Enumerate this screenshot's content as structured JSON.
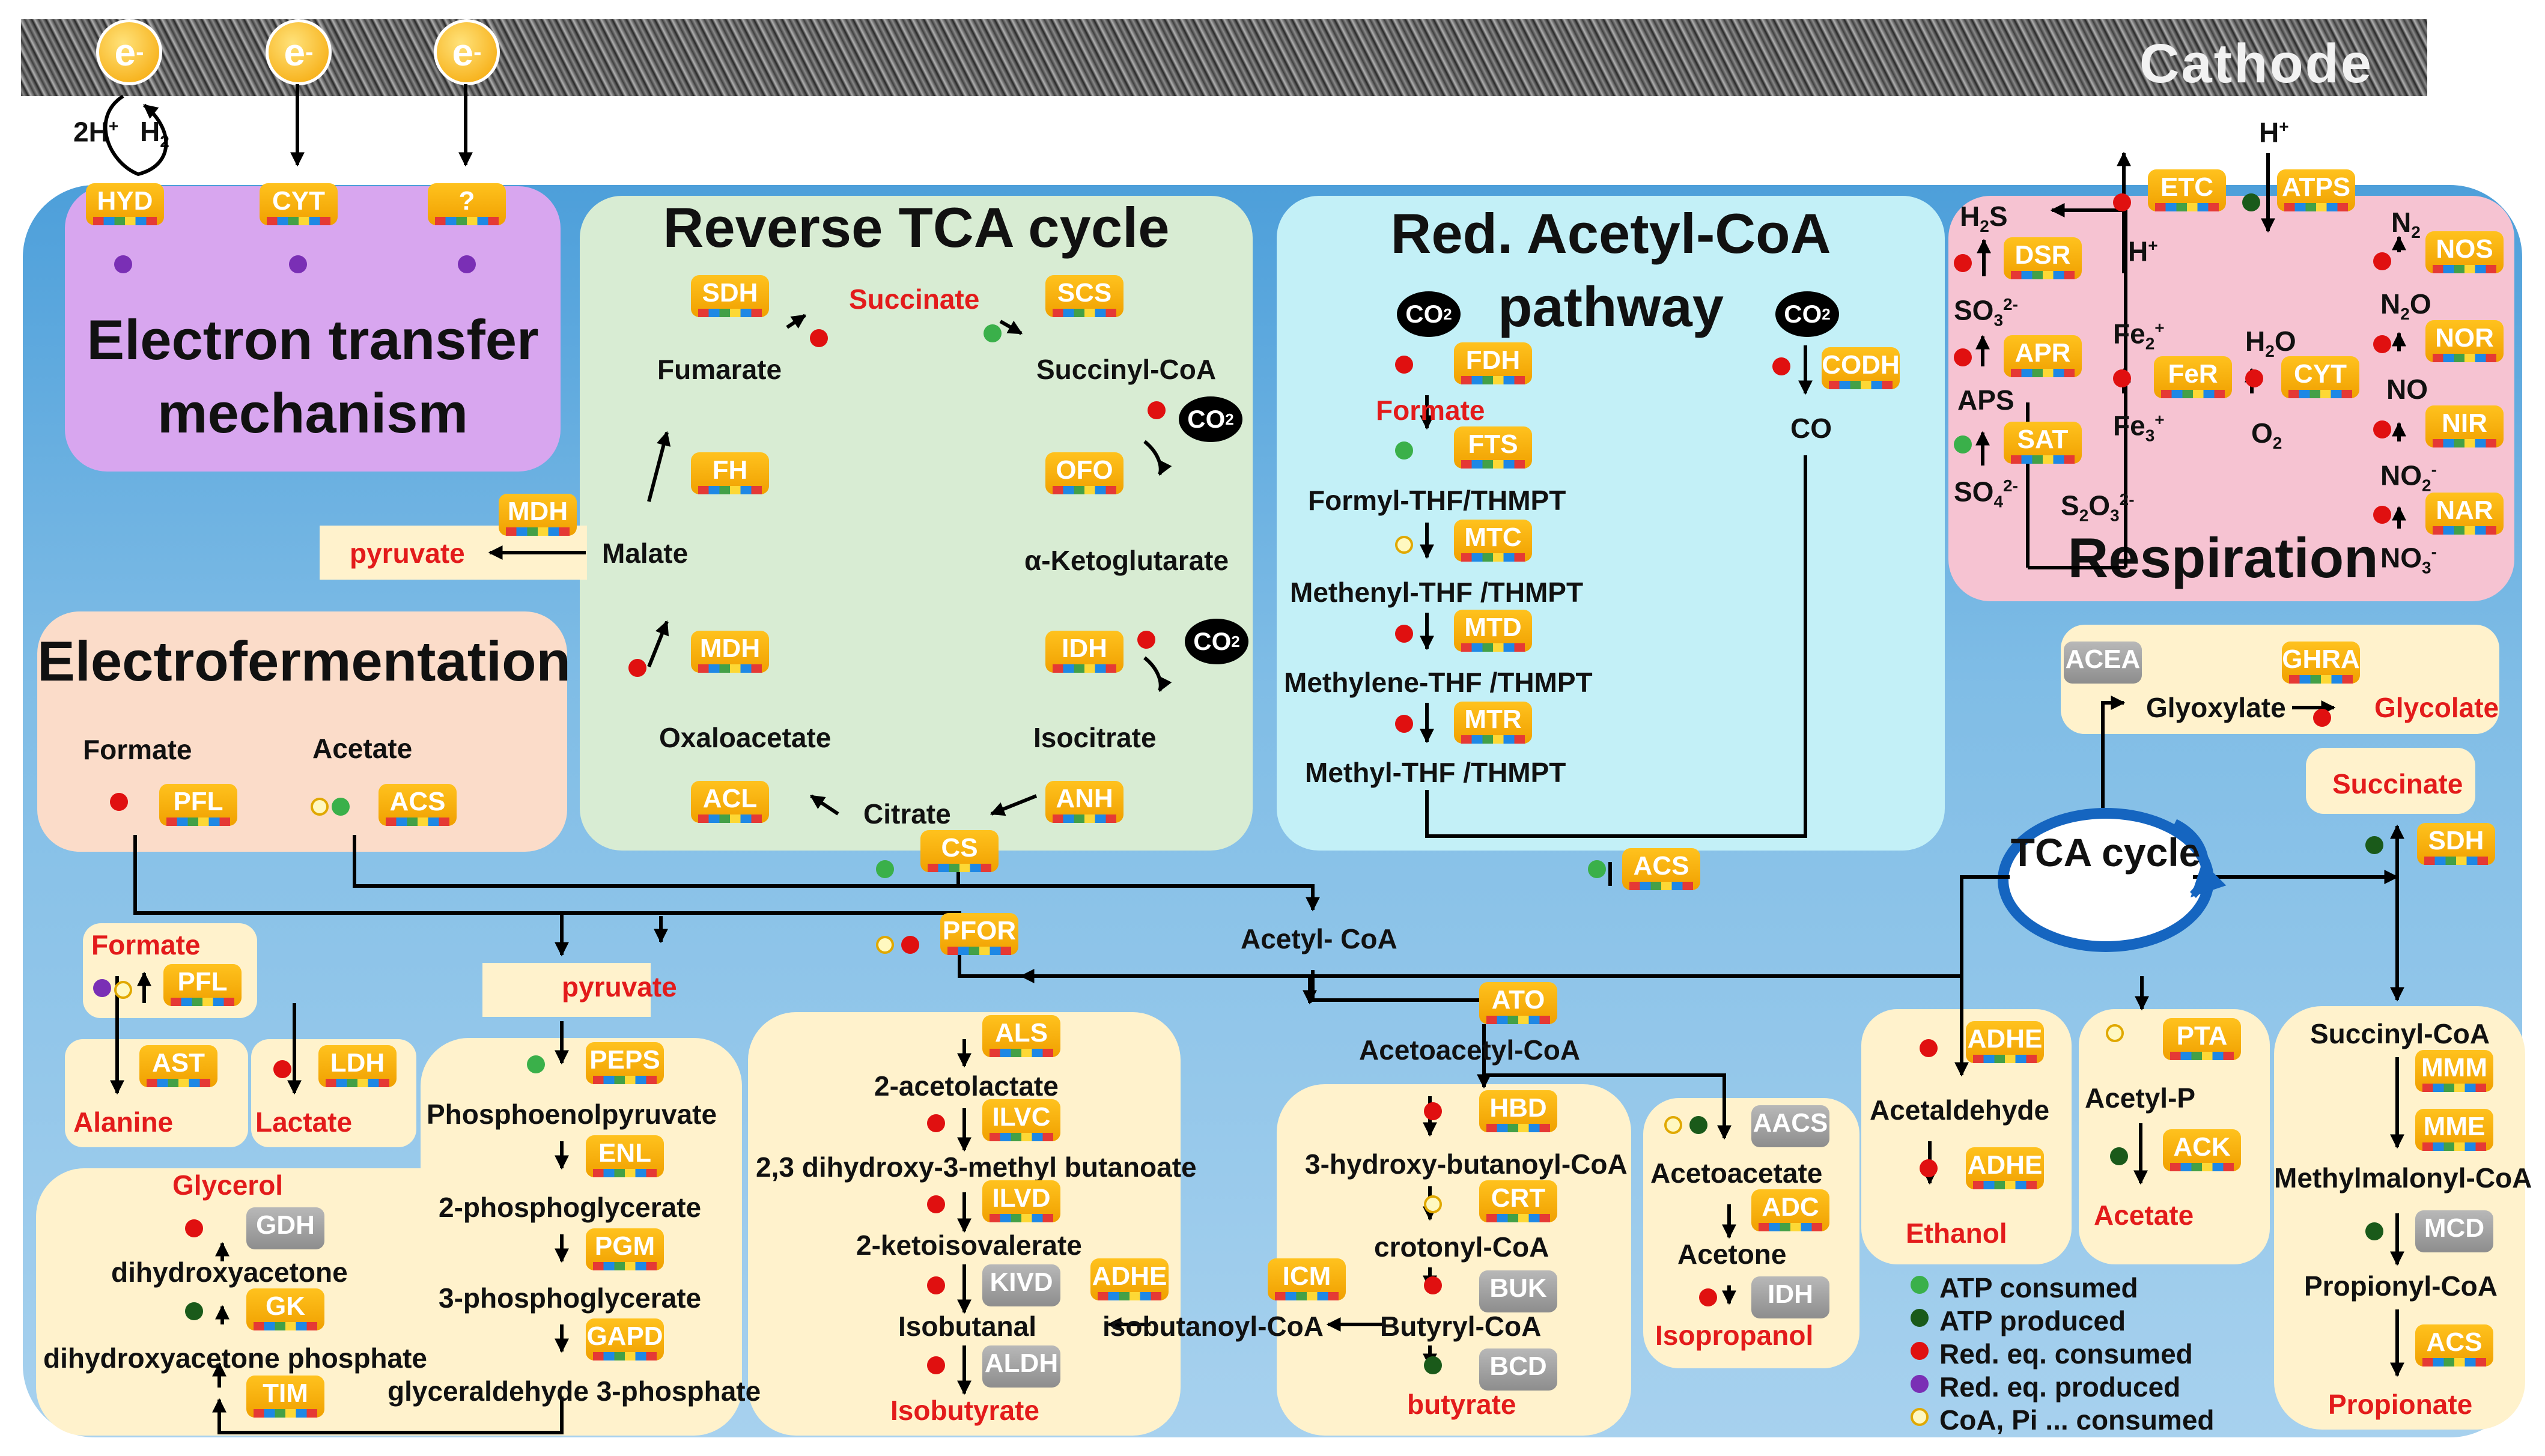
{
  "cathode": {
    "label": "Cathode"
  },
  "electron": {
    "symbol": "e"
  },
  "top_labels": {
    "h_plus": "2H",
    "h2": "H"
  },
  "panels": {
    "electron_transfer": {
      "title": "Electron transfer mechanism",
      "color": "#d8a6ef"
    },
    "reverse_tca": {
      "title": "Reverse TCA cycle",
      "color": "#d8ecd3"
    },
    "acetyl_coa": {
      "title": "Red. Acetyl-CoA pathway",
      "color": "#c3f0f7"
    },
    "respiration": {
      "title": "Respiration",
      "color": "#f6c3d2"
    },
    "electrofermentation": {
      "title": "Electrofermentation",
      "color": "#fbdcc9"
    },
    "box_color": "#fff2cc"
  },
  "enzymes": {
    "HYD": "HYD",
    "CYT": "CYT",
    "UNK": "?",
    "SDH": "SDH",
    "SCS": "SCS",
    "FH": "FH",
    "OFO": "OFO",
    "MDH": "MDH",
    "IDH": "IDH",
    "ACL": "ACL",
    "ANH": "ANH",
    "CS": "CS",
    "FDH": "FDH",
    "FTS": "FTS",
    "MTC": "MTC",
    "MTD": "MTD",
    "MTR": "MTR",
    "CODH": "CODH",
    "ETC": "ETC",
    "ATPS": "ATPS",
    "DSR": "DSR",
    "APR": "APR",
    "SAT": "SAT",
    "FER": "FeR",
    "NOS": "NOS",
    "NOR": "NOR",
    "NIR": "NIR",
    "NAR": "NAR",
    "PFL": "PFL",
    "ACS": "ACS",
    "PFOR": "PFOR",
    "ACEA": "ACEA",
    "GHRA": "GHRA",
    "AST": "AST",
    "LDH": "LDH",
    "GDH": "GDH",
    "GK": "GK",
    "TIM": "TIM",
    "PEPS": "PEPS",
    "ENL": "ENL",
    "PGM": "PGM",
    "GAPD": "GAPD",
    "ALS": "ALS",
    "ILVC": "ILVC",
    "ILVD": "ILVD",
    "KIVD": "KIVD",
    "ALDH": "ALDH",
    "ADHE": "ADHE",
    "ICM": "ICM",
    "ATO": "ATO",
    "HBD": "HBD",
    "CRT": "CRT",
    "BUK": "BUK",
    "BCD": "BCD",
    "AACS": "AACS",
    "ADC": "ADC",
    "PTA": "PTA",
    "ACK": "ACK",
    "MMM": "MMM",
    "MME": "MME",
    "MCD": "MCD"
  },
  "metabolites": {
    "succinate_r": "Succinate",
    "fumarate": "Fumarate",
    "succinyl_coa_r": "Succinyl-CoA",
    "malate": "Malate",
    "akg": "α-Ketoglutarate",
    "oxaloacetate": "Oxaloacetate",
    "isocitrate": "Isocitrate",
    "citrate": "Citrate",
    "pyruvate": "pyruvate",
    "formate_w": "Formate",
    "formyl": "Formyl-THF/THMPT",
    "methenyl": "Methenyl-THF /THMPT",
    "methylene": "Methylene-THF /THMPT",
    "methyl": "Methyl-THF /THMPT",
    "co": "CO",
    "h2s": "H",
    "so3": "SO",
    "aps": "APS",
    "so4": "SO",
    "s2o3": "S",
    "fe_a": "Fe",
    "fe_b": "Fe",
    "h2o": "H",
    "o2": "O",
    "n2": "N",
    "n2o": "N",
    "no": "NO",
    "no2": "NO",
    "no3": "NO",
    "h_plus": "H",
    "ef_formate": "Formate",
    "ef_acetate": "Acetate",
    "acetyl_coa": "Acetyl- CoA",
    "glyoxylate": "Glyoxylate",
    "glycolate": "Glycolate",
    "succinate_b": "Succinate",
    "formate_b": "Formate",
    "alanine": "Alanine",
    "lactate": "Lactate",
    "glycerol": "Glycerol",
    "dha": "dihydroxyacetone",
    "dhap": "dihydroxyacetone phosphate",
    "pep": "Phosphoenolpyruvate",
    "pg2": "2-phosphoglycerate",
    "pg3": "3-phosphoglycerate",
    "g3p": "glyceraldehyde 3-phosphate",
    "acetolactate": "2-acetolactate",
    "dhmb": "2,3 dihydroxy-3-methyl butanoate",
    "kiv": "2-ketoisovalerate",
    "isobutanal": "Isobutanal",
    "isobutyrate": "Isobutyrate",
    "isobutanoyl": "isobutanoyl-CoA",
    "acetoacetyl": "Acetoacetyl-CoA",
    "hbcoa": "3-hydroxy-butanoyl-CoA",
    "crotonyl": "crotonyl-CoA",
    "butyryl": "Butyryl-CoA",
    "butyrate": "butyrate",
    "acetoacetate": "Acetoacetate",
    "acetone": "Acetone",
    "isopropanol": "Isopropanol",
    "acetaldehyde": "Acetaldehyde",
    "ethanol": "Ethanol",
    "acetylp": "Acetyl-P",
    "acetate_b": "Acetate",
    "succinyl_coa_b": "Succinyl-CoA",
    "methylmalonyl": "Methylmalonyl-CoA",
    "propionyl": "Propionyl-CoA",
    "propionate": "Propionate"
  },
  "co2_label": "CO",
  "tca": {
    "label": "TCA cycle",
    "color": "#1565c0"
  },
  "legend": [
    {
      "label": "ATP consumed",
      "color": "#3ab04a"
    },
    {
      "label": "ATP produced",
      "color": "#1a5a1a"
    },
    {
      "label": "Red. eq. consumed",
      "color": "#e01010"
    },
    {
      "label": "Red. eq. produced",
      "color": "#7a2fb5"
    },
    {
      "label": "CoA, Pi ... consumed",
      "color": "#e0a800"
    }
  ]
}
